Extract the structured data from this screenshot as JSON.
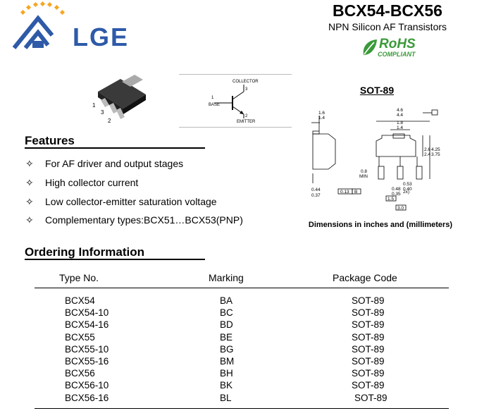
{
  "header": {
    "title": "BCX54-BCX56",
    "subtitle": "NPN Silicon AF Transistors",
    "logo_text": "LGE",
    "rohs": {
      "main": "RoHS",
      "sub": "COMPLIANT"
    }
  },
  "symbol": {
    "collector": "COLLECTOR",
    "base": "BASE",
    "emitter": "EMITTER",
    "pin_collector": "3",
    "pin_base": "1",
    "pin_emitter": "2"
  },
  "package_pins": [
    "1",
    "3",
    "2"
  ],
  "package": {
    "title": "SOT-89",
    "caption": "Dimensions in inches and (millimeters)",
    "labels": {
      "d1_6": "1.6",
      "d1_4": "1.4",
      "d4_6": "4.6",
      "d4_4": "4.4",
      "d1_8": "1.8",
      "d1_4b": "1.4",
      "d2_6": "2.6",
      "d2_4": "2.4",
      "d4_25": "4.25",
      "d3_75": "3.75",
      "d0_8": "0.8",
      "min": "MIN",
      "d0_44": "0.44",
      "d0_37": "0.37",
      "d0_13": "0.13",
      "B": "B",
      "d0_53": "0.53",
      "d0_40": "0.40",
      "d0_48": "0.48",
      "d0_35": "0.35",
      "x2": "2x)",
      "d1_5": "1.5",
      "d3_0": "3.0"
    }
  },
  "features": {
    "heading": "Features",
    "bullet": "✧",
    "items": [
      "For AF driver and output stages",
      "High collector current",
      "Low collector-emitter saturation voltage",
      "Complementary types:BCX51…BCX53(PNP)"
    ]
  },
  "ordering": {
    "heading": "Ordering Information",
    "columns": [
      "Type No.",
      "Marking",
      "Package Code"
    ],
    "rows": [
      [
        "BCX54",
        "BA",
        "SOT-89"
      ],
      [
        "BCX54-10",
        "BC",
        "SOT-89"
      ],
      [
        "BCX54-16",
        "BD",
        "SOT-89"
      ],
      [
        "BCX55",
        "BE",
        "SOT-89"
      ],
      [
        "BCX55-10",
        "BG",
        "SOT-89"
      ],
      [
        "BCX55-16",
        "BM",
        "SOT-89"
      ],
      [
        "BCX56",
        "BH",
        "SOT-89"
      ],
      [
        "BCX56-10",
        "BK",
        "SOT-89"
      ],
      [
        "BCX56-16",
        "BL",
        "SOT-89"
      ]
    ]
  },
  "colors": {
    "logo_blue": "#2e5aa8",
    "logo_orange": "#f5a623",
    "rohs_green": "#3a9a3a"
  }
}
